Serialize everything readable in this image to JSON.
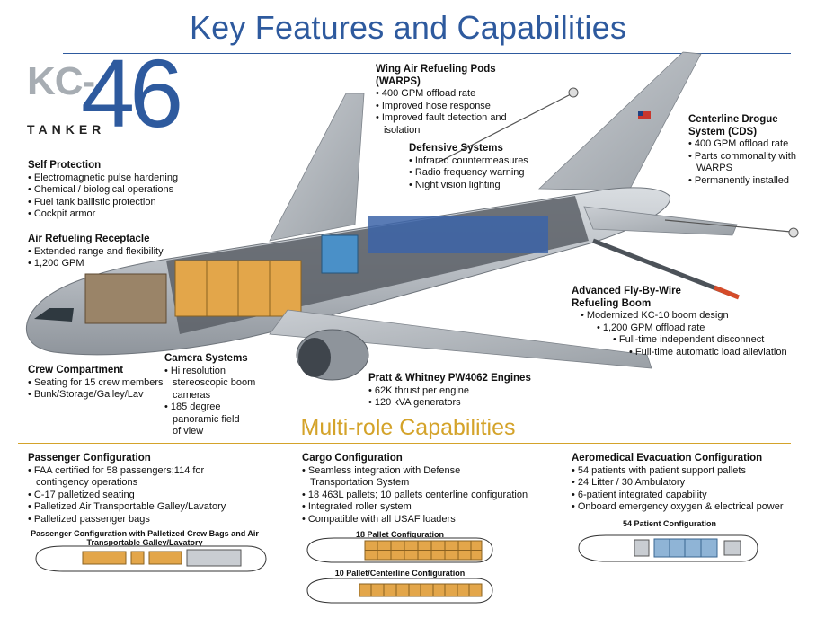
{
  "title": "Key Features and Capabilities",
  "logo": {
    "kc": "KC-",
    "number": "46",
    "tanker": "TANKER"
  },
  "callouts": {
    "warps": {
      "heading": "Wing Air Refueling Pods (WARPS)",
      "items": [
        "400 GPM offload rate",
        "Improved hose response",
        "Improved fault detection and isolation"
      ]
    },
    "cds": {
      "heading": "Centerline Drogue System (CDS)",
      "items": [
        "400 GPM offload rate",
        "Parts commonality with WARPS",
        "Permanently installed"
      ]
    },
    "defensive": {
      "heading": "Defensive Systems",
      "items": [
        "Infrared countermeasures",
        "Radio frequency warning",
        "Night vision lighting"
      ]
    },
    "self_protection": {
      "heading": "Self Protection",
      "items": [
        "Electromagnetic pulse hardening",
        "Chemical / biological operations",
        "Fuel tank ballistic protection",
        "Cockpit armor"
      ]
    },
    "receptacle": {
      "heading": "Air Refueling Receptacle",
      "items": [
        "Extended range and flexibility",
        "1,200 GPM"
      ]
    },
    "boom": {
      "heading": "Advanced Fly-By-Wire Refueling Boom",
      "items": [
        "Modernized KC-10 boom design",
        "1,200 GPM offload rate",
        "Full-time independent disconnect",
        "Full-time automatic load alleviation"
      ]
    },
    "crew": {
      "heading": "Crew Compartment",
      "items": [
        "Seating for 15 crew members",
        "Bunk/Storage/Galley/Lav"
      ]
    },
    "camera": {
      "heading": "Camera Systems",
      "items": [
        "Hi resolution stereoscopic boom cameras",
        "185 degree panoramic field of view"
      ]
    },
    "engines": {
      "heading": "Pratt & Whitney PW4062 Engines",
      "items": [
        "62K thrust per engine",
        "120 kVA generators"
      ]
    }
  },
  "multirole": {
    "title": "Multi-role Capabilities",
    "passenger": {
      "heading": "Passenger Configuration",
      "items": [
        "FAA certified for 58 passengers;114 for contingency operations",
        "C-17 palletized seating",
        "Palletized Air Transportable Galley/Lavatory",
        "Palletized passenger bags"
      ],
      "diagram_label": "Passenger Configuration with Palletized Crew Bags and Air Transportable Galley/Lavatory"
    },
    "cargo": {
      "heading": "Cargo Configuration",
      "items": [
        "Seamless integration with Defense Transportation System",
        "18 463L pallets; 10 pallets centerline configuration",
        "Integrated roller system",
        "Compatible with all USAF loaders"
      ],
      "diagram_label_1": "18 Pallet Configuration",
      "diagram_label_2": "10 Pallet/Centerline Configuration"
    },
    "aeromedical": {
      "heading": "Aeromedical Evacuation Configuration",
      "items": [
        "54 patients with patient support pallets",
        "24 Litter / 30 Ambulatory",
        "6-patient integrated capability",
        "Onboard emergency oxygen & electrical power"
      ],
      "diagram_label": "54 Patient Configuration"
    }
  },
  "colors": {
    "title_blue": "#2e5a9e",
    "gold": "#d4a32a",
    "fuselage": "#b9bec4",
    "pallet": "#e3a64a"
  }
}
